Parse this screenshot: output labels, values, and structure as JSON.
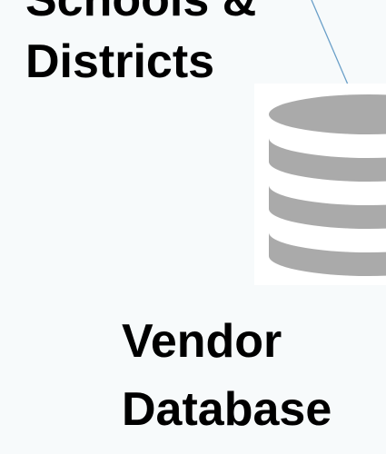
{
  "labels": {
    "top_line1": "Schools &",
    "top_line2": "Districts",
    "bottom_line1": "Vendor",
    "bottom_line2": "Database"
  },
  "icons": {
    "database": "database-icon"
  },
  "colors": {
    "background": "#f7fafb",
    "icon_box": "#ffffff",
    "icon_fill": "#aaaaaa",
    "connector": "#6a9fc8",
    "text": "#000000"
  }
}
